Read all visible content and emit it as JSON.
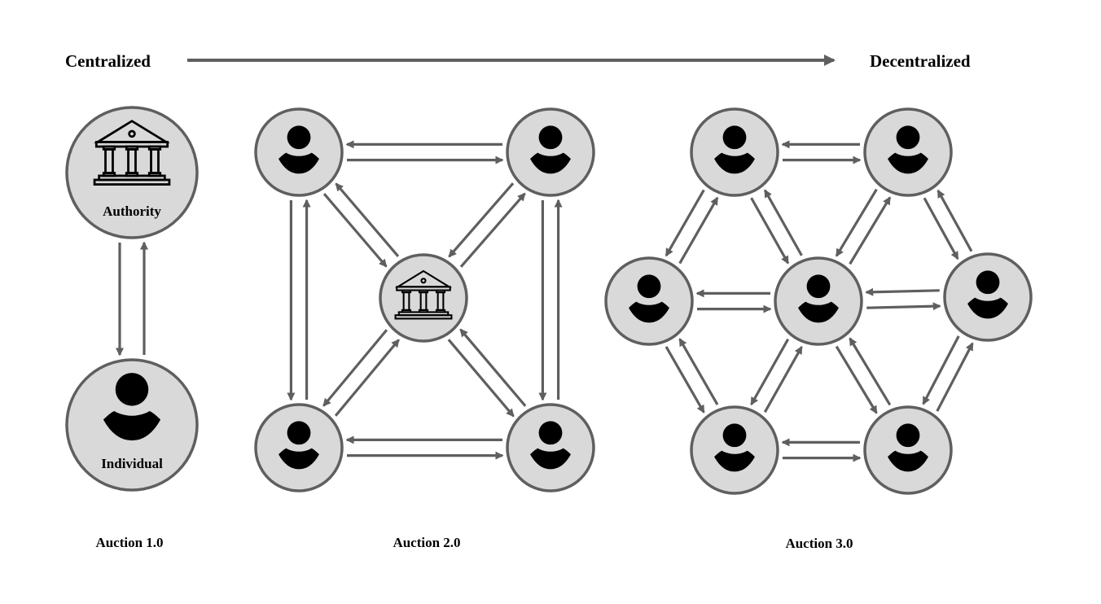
{
  "header": {
    "left_label": "Centralized",
    "right_label": "Decentralized",
    "direction": "left-to-right"
  },
  "colors": {
    "node_fill": "#d9d9d9",
    "node_stroke": "#5f5f5f",
    "arrow": "#5f5f5f",
    "icon": "#000000",
    "background": "#ffffff"
  },
  "panels": [
    {
      "id": "auction1",
      "caption": "Auction 1.0",
      "nodes": [
        {
          "id": "authority",
          "type": "institution",
          "label": "Authority"
        },
        {
          "id": "individual",
          "type": "person",
          "label": "Individual"
        }
      ],
      "edges": [
        {
          "from": "authority",
          "to": "individual"
        },
        {
          "from": "individual",
          "to": "authority"
        }
      ]
    },
    {
      "id": "auction2",
      "caption": "Auction 2.0",
      "nodes": [
        {
          "id": "tl",
          "type": "person",
          "label": ""
        },
        {
          "id": "tr",
          "type": "person",
          "label": ""
        },
        {
          "id": "bl",
          "type": "person",
          "label": ""
        },
        {
          "id": "br",
          "type": "person",
          "label": ""
        },
        {
          "id": "center",
          "type": "institution",
          "label": ""
        }
      ],
      "edges": [
        {
          "from": "tl",
          "to": "tr"
        },
        {
          "from": "tr",
          "to": "tl"
        },
        {
          "from": "bl",
          "to": "br"
        },
        {
          "from": "br",
          "to": "bl"
        },
        {
          "from": "tl",
          "to": "bl"
        },
        {
          "from": "bl",
          "to": "tl"
        },
        {
          "from": "tr",
          "to": "br"
        },
        {
          "from": "br",
          "to": "tr"
        },
        {
          "from": "tl",
          "to": "center"
        },
        {
          "from": "center",
          "to": "tl"
        },
        {
          "from": "tr",
          "to": "center"
        },
        {
          "from": "center",
          "to": "tr"
        },
        {
          "from": "bl",
          "to": "center"
        },
        {
          "from": "center",
          "to": "bl"
        },
        {
          "from": "br",
          "to": "center"
        },
        {
          "from": "center",
          "to": "br"
        }
      ]
    },
    {
      "id": "auction3",
      "caption": "Auction 3.0",
      "nodes": [
        {
          "id": "t1",
          "type": "person",
          "label": ""
        },
        {
          "id": "t2",
          "type": "person",
          "label": ""
        },
        {
          "id": "l",
          "type": "person",
          "label": ""
        },
        {
          "id": "c",
          "type": "person",
          "label": ""
        },
        {
          "id": "r",
          "type": "person",
          "label": ""
        },
        {
          "id": "b1",
          "type": "person",
          "label": ""
        },
        {
          "id": "b2",
          "type": "person",
          "label": ""
        }
      ],
      "edges": [
        {
          "from": "t1",
          "to": "t2"
        },
        {
          "from": "t2",
          "to": "t1"
        },
        {
          "from": "l",
          "to": "c"
        },
        {
          "from": "c",
          "to": "l"
        },
        {
          "from": "c",
          "to": "r"
        },
        {
          "from": "r",
          "to": "c"
        },
        {
          "from": "b2",
          "to": "b1"
        },
        {
          "from": "b1",
          "to": "b2"
        },
        {
          "from": "l",
          "to": "t1"
        },
        {
          "from": "t1",
          "to": "l"
        },
        {
          "from": "t1",
          "to": "c"
        },
        {
          "from": "c",
          "to": "t1"
        },
        {
          "from": "c",
          "to": "t2"
        },
        {
          "from": "t2",
          "to": "c"
        },
        {
          "from": "t2",
          "to": "r"
        },
        {
          "from": "r",
          "to": "t2"
        },
        {
          "from": "l",
          "to": "b1"
        },
        {
          "from": "b1",
          "to": "l"
        },
        {
          "from": "c",
          "to": "b1"
        },
        {
          "from": "b1",
          "to": "c"
        },
        {
          "from": "c",
          "to": "b2"
        },
        {
          "from": "b2",
          "to": "c"
        },
        {
          "from": "r",
          "to": "b2"
        },
        {
          "from": "b2",
          "to": "r"
        }
      ]
    }
  ]
}
